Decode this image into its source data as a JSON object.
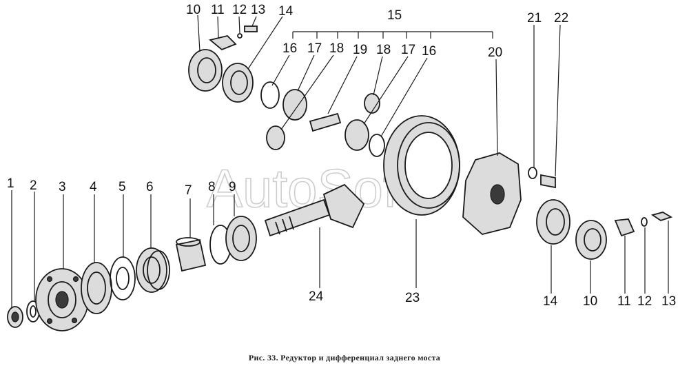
{
  "watermark": "AutoSoft",
  "caption": "Рис. 33. Редуктор и дифференциал заднего моста",
  "labels": {
    "l1": "1",
    "l2": "2",
    "l3": "3",
    "l4": "4",
    "l5": "5",
    "l6": "6",
    "l7": "7",
    "l8": "8",
    "l9": "9",
    "l10a": "10",
    "l11a": "11",
    "l12a": "12",
    "l13a": "13",
    "l14a": "14",
    "l15": "15",
    "l16a": "16",
    "l17a": "17",
    "l18a": "18",
    "l19": "19",
    "l18b": "18",
    "l17b": "17",
    "l16b": "16",
    "l20": "20",
    "l21": "21",
    "l22": "22",
    "l24": "24",
    "l23": "23",
    "l14b": "14",
    "l10b": "10",
    "l11b": "11",
    "l12b": "12",
    "l13b": "13"
  }
}
